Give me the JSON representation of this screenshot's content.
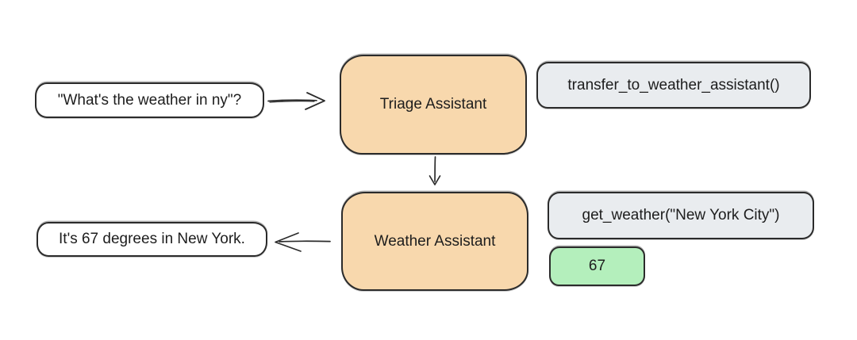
{
  "flow": {
    "user_query": {
      "label": "\"What's the weather in ny\"?"
    },
    "triage_assistant": {
      "label": "Triage Assistant"
    },
    "transfer_tool_call": {
      "label": "transfer_to_weather_assistant()"
    },
    "weather_assistant": {
      "label": "Weather Assistant"
    },
    "get_weather_call": {
      "label": "get_weather(\"New York City\")"
    },
    "tool_result": {
      "label": "67"
    },
    "final_response": {
      "label": "It's 67 degrees in New York."
    }
  },
  "colors": {
    "agent_fill": "#f8d8ad",
    "tool_fill": "#e9ecef",
    "result_fill": "#b4efbc",
    "stroke": "#2b2b2b",
    "text": "#1d1d1d",
    "canvas_bg": "#ffffff"
  }
}
